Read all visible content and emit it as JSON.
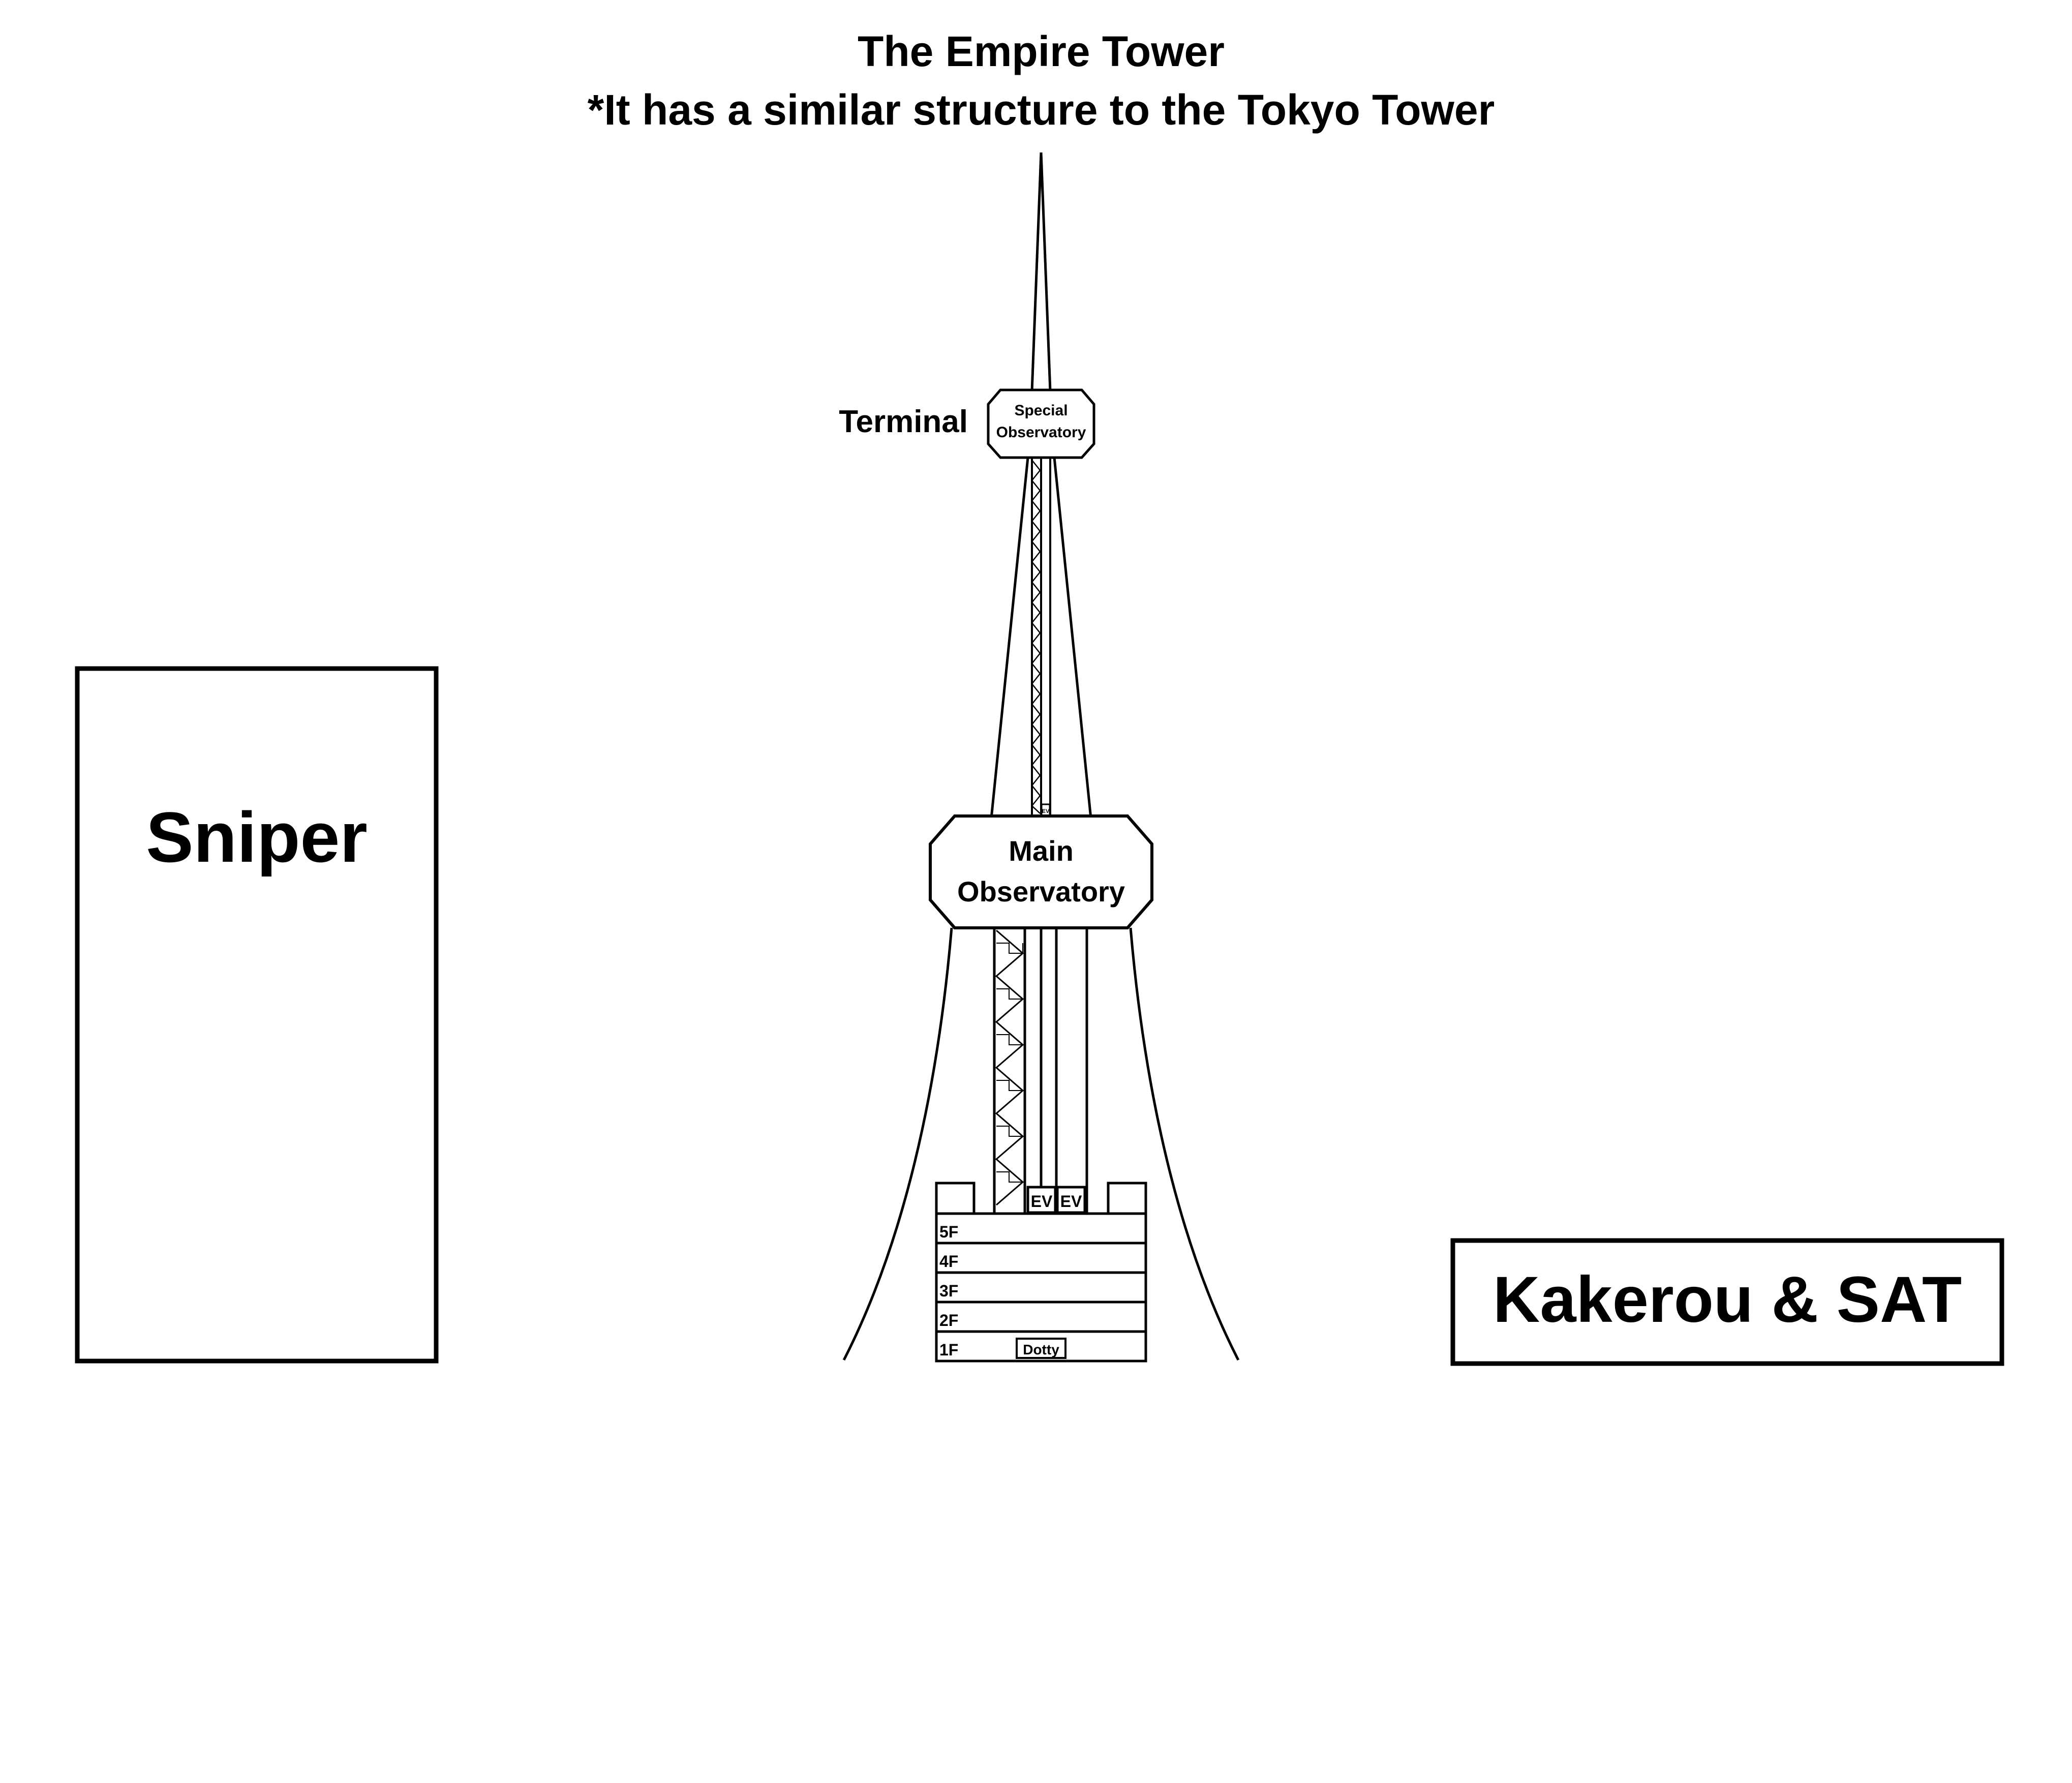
{
  "title": {
    "line1": "The Empire Tower",
    "line2": "*It has a similar structure to the Tokyo Tower"
  },
  "tower": {
    "terminal_label": "Terminal",
    "special_observatory": {
      "line1": "Special",
      "line2": "Observatory"
    },
    "special_ev_label": "EV",
    "main_observatory": {
      "line1": "Main",
      "line2": "Observatory"
    },
    "base_ev_labels": [
      "EV",
      "EV"
    ],
    "floors": [
      "5F",
      "4F",
      "3F",
      "2F",
      "1F"
    ],
    "dotty_label": "Dotty"
  },
  "sniper_box": {
    "label": "Sniper"
  },
  "team_box": {
    "label": "Kakerou & SAT"
  }
}
